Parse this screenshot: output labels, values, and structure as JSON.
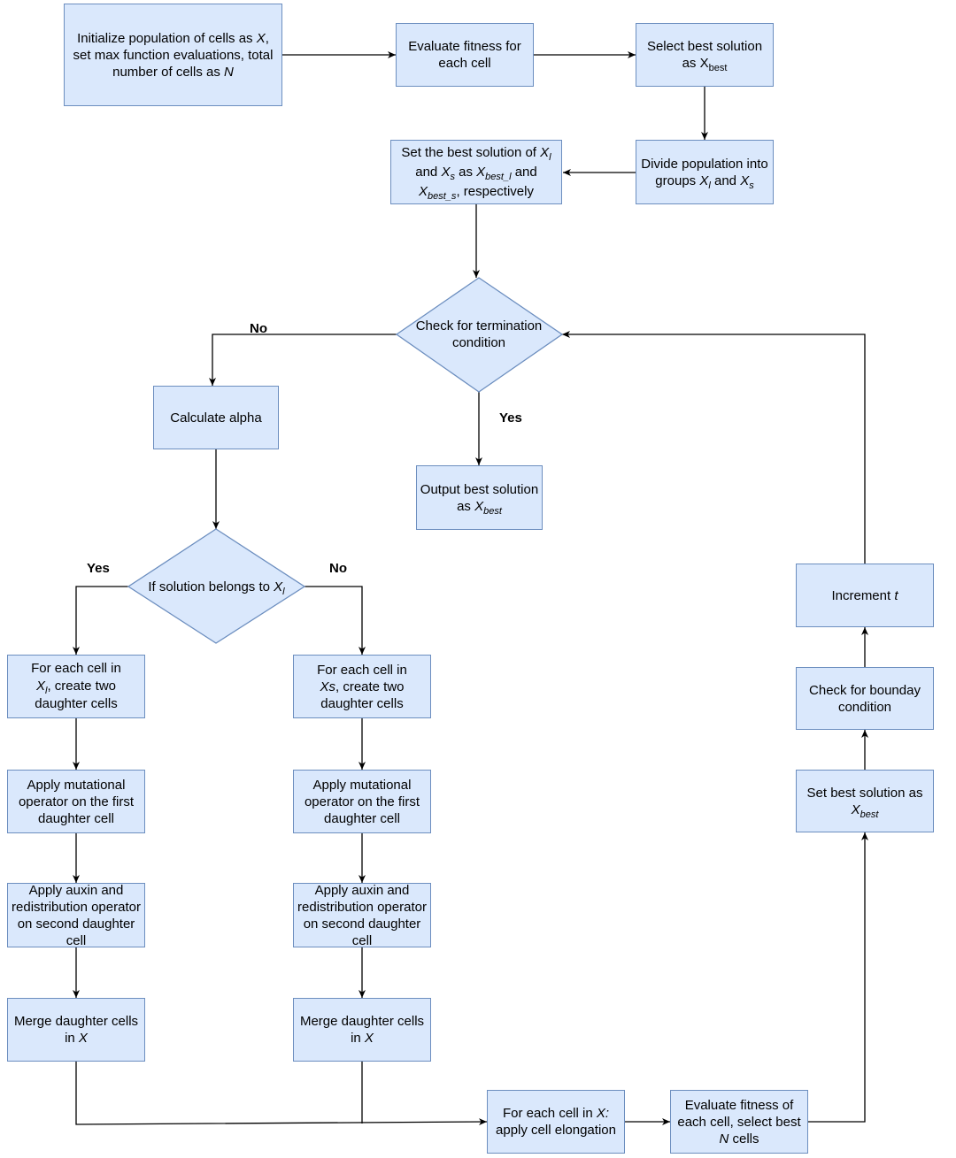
{
  "nodes": {
    "init": {
      "l1a": "Initialize population of cells as ",
      "l1b": "X",
      "l1c": ",",
      "l2": "set max function evaluations, total",
      "l3a": "number of cells as ",
      "l3b": "N"
    },
    "eval": {
      "l1": "Evaluate fitness for",
      "l2": "each cell"
    },
    "select": {
      "l1": "Select best solution",
      "l2": "as X",
      "sub": "best"
    },
    "divide": {
      "l1": "Divide population into",
      "l2": "groups ",
      "xl": "X",
      "xl_sub": "l",
      "and": " and ",
      "xs": "X",
      "xs_sub": "s"
    },
    "setbest": {
      "l1a": "Set the best solution of ",
      "l1b": "X",
      "l1b_sub": "l",
      "and1": "and ",
      "xs": "X",
      "xs_sub": "s",
      "as": " as ",
      "xbl": "X",
      "xbl_sub": "best_l",
      "and2": " and",
      "xbs": "X",
      "xbs_sub": "best_s",
      "resp": ", respectively"
    },
    "check": {
      "l1": "Check for termination",
      "l2": "condition"
    },
    "alpha": {
      "text": "Calculate alpha"
    },
    "output": {
      "l1": "Output best solution",
      "l2": "as ",
      "x": "X",
      "sub": "best"
    },
    "belongs": {
      "text": "If solution belongs to ",
      "x": "X",
      "sub": "l"
    },
    "leach": {
      "l1": "For each cell in",
      "x": "X",
      "sub": "l",
      "l2": ", create two",
      "l3": "daughter cells"
    },
    "reach": {
      "l1": "For each cell in",
      "x": "Xs",
      "l2": ", create two",
      "l3": "daughter cells"
    },
    "lmut": {
      "l1": "Apply mutational",
      "l2": "operator on the first",
      "l3": "daughter cell"
    },
    "rmut": {
      "l1": "Apply mutational",
      "l2": "operator on the first",
      "l3": "daughter cell"
    },
    "laux": {
      "l1": "Apply auxin and",
      "l2": "redistribution operator",
      "l3": "on second daughter",
      "l4": "cell"
    },
    "raux": {
      "l1": "Apply auxin and",
      "l2": "redistribution operator",
      "l3": "on second daughter",
      "l4": "cell"
    },
    "lmerge": {
      "l1": "Merge daughter cells",
      "l2a": "in ",
      "l2b": "X"
    },
    "rmerge": {
      "l1": "Merge daughter cells",
      "l2a": "in ",
      "l2b": "X"
    },
    "elong": {
      "l1a": "For each cell in ",
      "l1b": "X:",
      "l2": "apply cell elongation"
    },
    "evalsel": {
      "l1": "Evaluate fitness of",
      "l2": "each cell, select best",
      "l3a": "N",
      "l3b": " cells"
    },
    "setbest2": {
      "l1": "Set best solution as",
      "x": "X",
      "sub": "best"
    },
    "boundary": {
      "l1": "Check for bounday",
      "l2": "condition"
    },
    "increment": {
      "a": "Increment ",
      "b": "t"
    }
  },
  "labels": {
    "no_term": "No",
    "yes_term": "Yes",
    "yes_belongs": "Yes",
    "no_belongs": "No"
  },
  "colors": {
    "fill": "#dae8fc",
    "stroke": "#6c8ebf",
    "line": "#000000"
  }
}
